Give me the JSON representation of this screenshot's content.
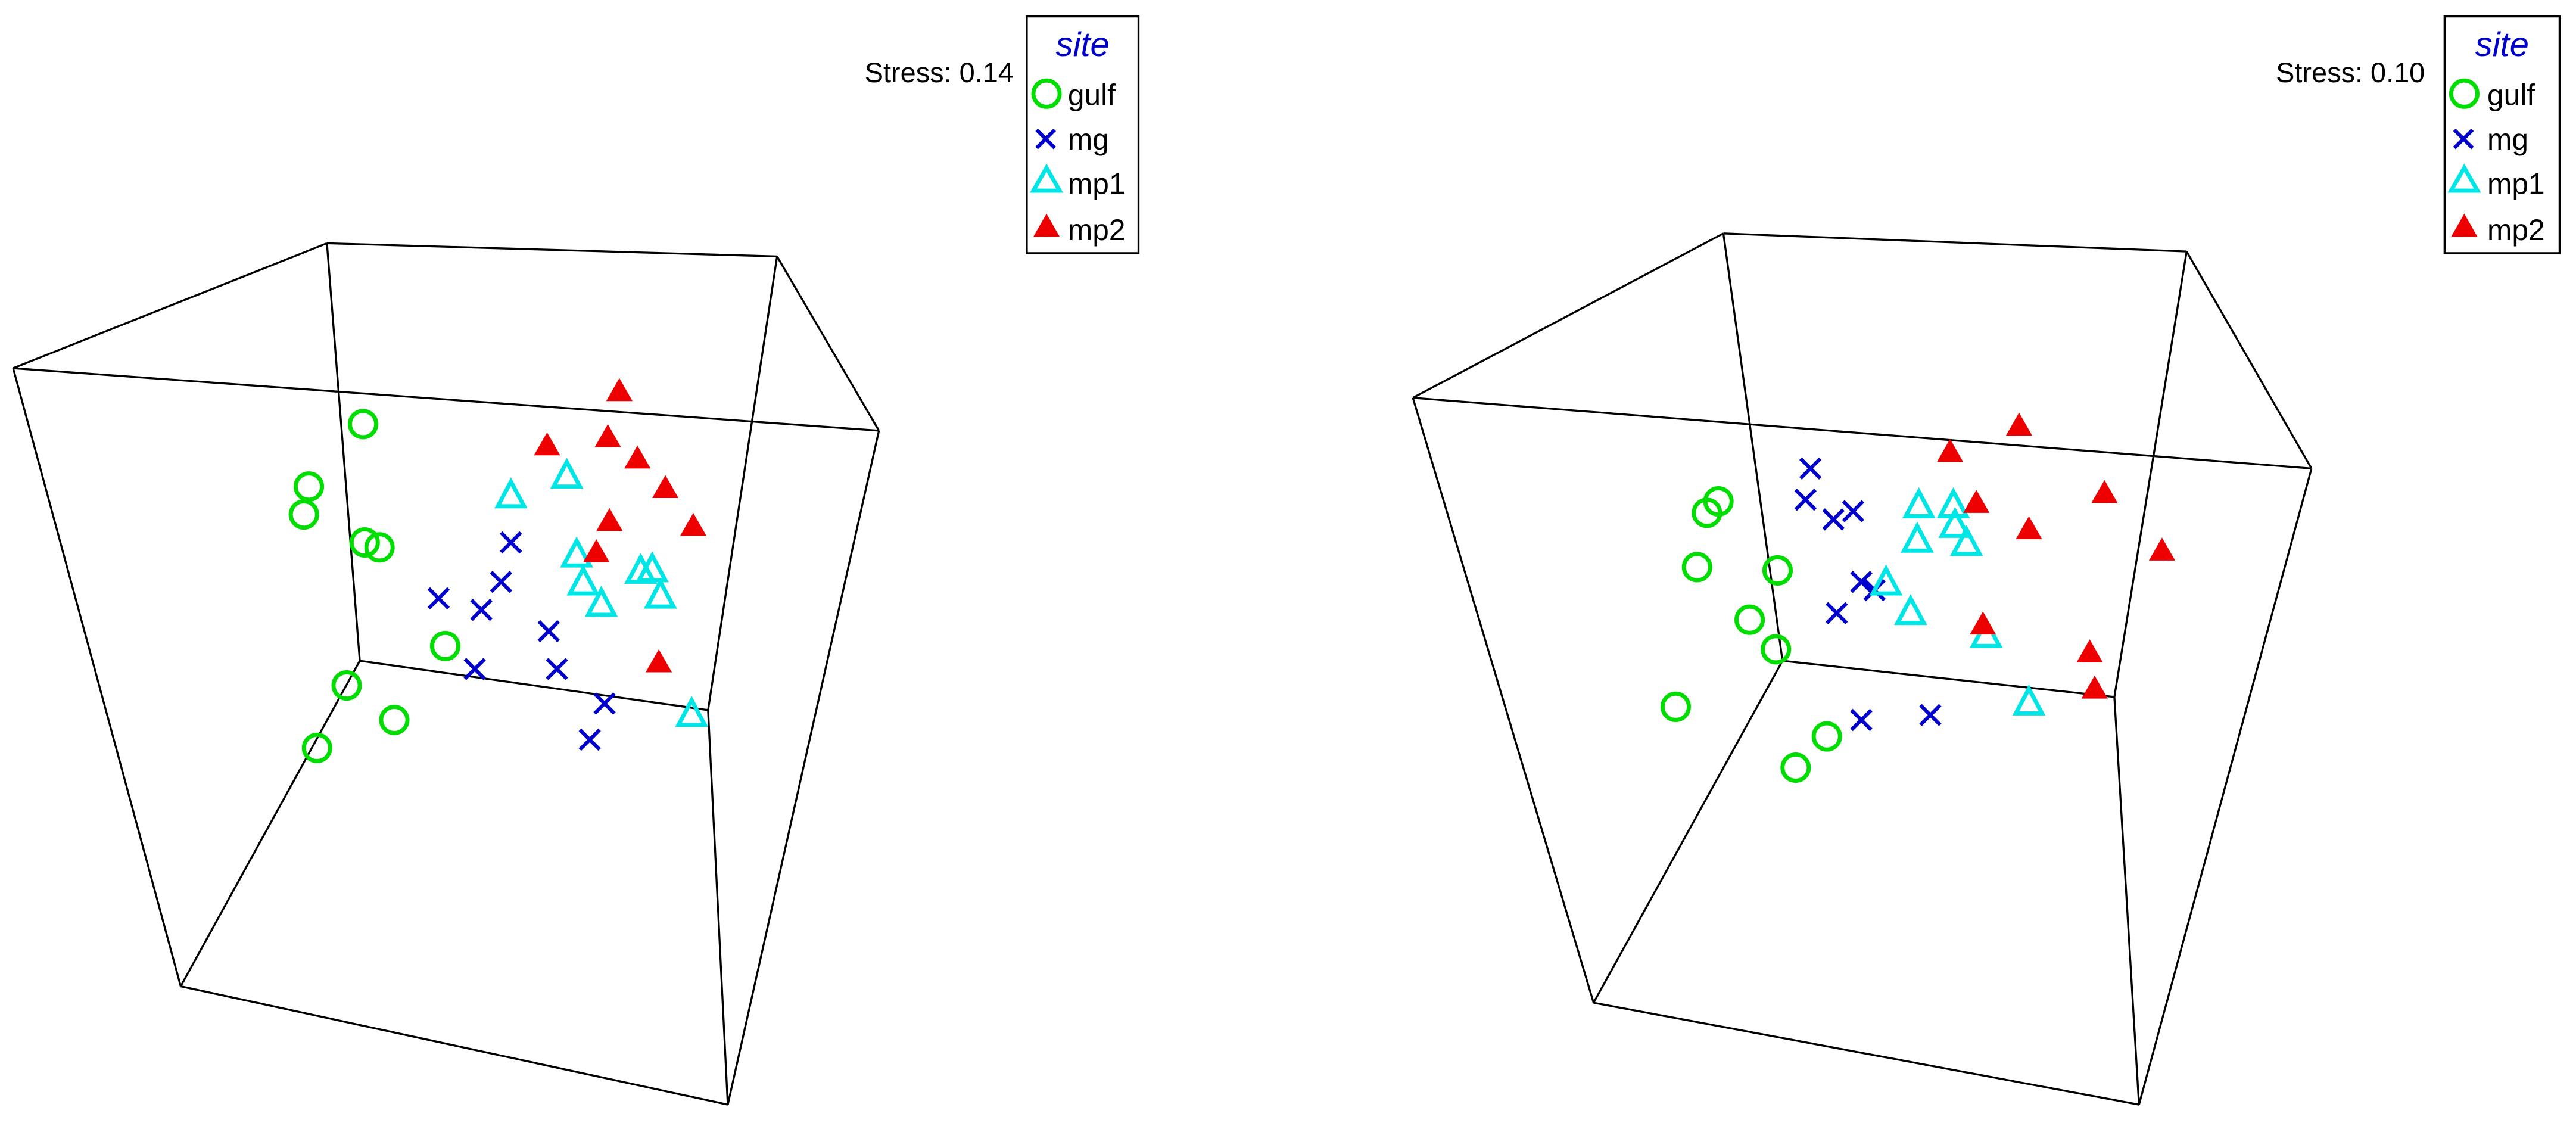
{
  "chart_data": [
    {
      "type": "scatter",
      "stress_label": "Stress: 0.14",
      "legend": {
        "title": "site",
        "placement": "top-right",
        "entries": [
          {
            "name": "gulf",
            "marker": "circle-open",
            "color": "#00dd00"
          },
          {
            "name": "mg",
            "marker": "cross",
            "color": "#0000cc"
          },
          {
            "name": "mp1",
            "marker": "triangle-open",
            "color": "#00e5e5"
          },
          {
            "name": "mp2",
            "marker": "triangle-filled",
            "color": "#ee0000"
          }
        ]
      },
      "series": [
        {
          "name": "gulf",
          "points": [
            [
              221,
              258
            ],
            [
              188,
              296
            ],
            [
              185,
              313
            ],
            [
              222,
              330
            ],
            [
              231,
              333
            ],
            [
              271,
              393
            ],
            [
              211,
              417
            ],
            [
              240,
              438
            ],
            [
              193,
              455
            ]
          ]
        },
        {
          "name": "mg",
          "points": [
            [
              311,
              330
            ],
            [
              305,
              354
            ],
            [
              267,
              364
            ],
            [
              293,
              371
            ],
            [
              334,
              384
            ],
            [
              289,
              407
            ],
            [
              339,
              407
            ],
            [
              368,
              428
            ],
            [
              359,
              450
            ]
          ]
        },
        {
          "name": "mp1",
          "points": [
            [
              311,
              302
            ],
            [
              345,
              290
            ],
            [
              351,
              338
            ],
            [
              355,
              355
            ],
            [
              366,
              368
            ],
            [
              390,
              348
            ],
            [
              397,
              347
            ],
            [
              402,
              363
            ],
            [
              421,
              435
            ]
          ]
        },
        {
          "name": "mp2",
          "points": [
            [
              377,
              238
            ],
            [
              333,
              271
            ],
            [
              370,
              266
            ],
            [
              388,
              279
            ],
            [
              405,
              297
            ],
            [
              371,
              317
            ],
            [
              422,
              320
            ],
            [
              363,
              336
            ],
            [
              401,
              403
            ]
          ]
        }
      ]
    },
    {
      "type": "scatter",
      "stress_label": "Stress: 0.10",
      "legend": {
        "title": "site",
        "placement": "top-right",
        "entries": [
          {
            "name": "gulf",
            "marker": "circle-open",
            "color": "#00dd00"
          },
          {
            "name": "mg",
            "marker": "cross",
            "color": "#0000cc"
          },
          {
            "name": "mp1",
            "marker": "triangle-open",
            "color": "#00e5e5"
          },
          {
            "name": "mp2",
            "marker": "triangle-filled",
            "color": "#ee0000"
          }
        ]
      },
      "series": [
        {
          "name": "gulf",
          "points": [
            [
              1046,
              305
            ],
            [
              1039,
              312
            ],
            [
              1033,
              345
            ],
            [
              1082,
              347
            ],
            [
              1065,
              377
            ],
            [
              1081,
              395
            ],
            [
              1020,
              430
            ],
            [
              1112,
              448
            ],
            [
              1093,
              467
            ]
          ]
        },
        {
          "name": "mg",
          "points": [
            [
              1102,
              285
            ],
            [
              1099,
              304
            ],
            [
              1116,
              316
            ],
            [
              1128,
              311
            ],
            [
              1133,
              354
            ],
            [
              1141,
              359
            ],
            [
              1118,
              373
            ],
            [
              1133,
              438
            ],
            [
              1175,
              435
            ]
          ]
        },
        {
          "name": "mp1",
          "points": [
            [
              1168,
              308
            ],
            [
              1189,
              308
            ],
            [
              1167,
              329
            ],
            [
              1190,
              320
            ],
            [
              1197,
              331
            ],
            [
              1148,
              355
            ],
            [
              1163,
              373
            ],
            [
              1209,
              387
            ],
            [
              1235,
              428
            ]
          ]
        },
        {
          "name": "mp2",
          "points": [
            [
              1187,
              275
            ],
            [
              1229,
              259
            ],
            [
              1203,
              306
            ],
            [
              1235,
              322
            ],
            [
              1281,
              300
            ],
            [
              1316,
              335
            ],
            [
              1207,
              380
            ],
            [
              1272,
              397
            ],
            [
              1275,
              419
            ]
          ]
        }
      ]
    }
  ]
}
